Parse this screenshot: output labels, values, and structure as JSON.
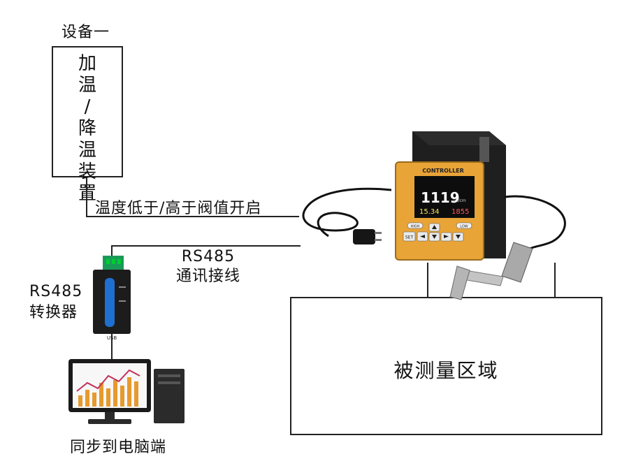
{
  "device1": {
    "title": "设备一",
    "box_text": "加温/降温装置"
  },
  "control_label": "温度低于/高于阀值开启",
  "rs485_link": {
    "line1": "RS485",
    "line2": "通讯接线"
  },
  "converter": {
    "line1": "RS485",
    "line2": "转换器",
    "usb_label": "USB"
  },
  "pc_label": "同步到电脑端",
  "zone_label": "被测量区域",
  "controller": {
    "brand": "CONTROLLER",
    "main_value": "1119",
    "unit": "uS/cm",
    "temp_value": "15.34",
    "sub_value": "1855",
    "btn_high": "HIGH",
    "btn_low": "LOW",
    "btn_set": "SET"
  },
  "colors": {
    "controller_body": "#e8a437",
    "screen_value": "#ffffff",
    "screen_temp": "#f5e960",
    "screen_sub": "#ff5a5a"
  }
}
